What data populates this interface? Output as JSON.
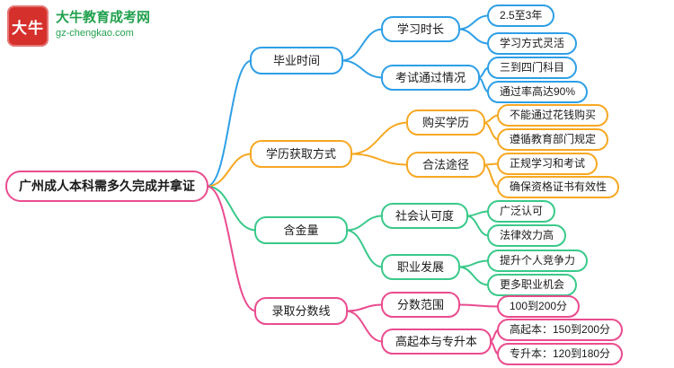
{
  "logo": {
    "badge_text": "大牛",
    "site_name": "大牛教育成考网",
    "site_url": "gz-chengkao.com"
  },
  "colors": {
    "blue": "#2E9FE6",
    "orange": "#F7A823",
    "green": "#3AC98A",
    "pink": "#EA4C8F",
    "logo_red": "#D6302C",
    "logo_green": "#22A14E"
  },
  "mindmap": {
    "root": {
      "label": "广州成人本科需多久完成并拿证"
    },
    "branches": [
      {
        "label": "毕业时间",
        "color": "blue",
        "children": [
          {
            "label": "学习时长",
            "children": [
              {
                "label": "2.5至3年"
              },
              {
                "label": "学习方式灵活"
              }
            ]
          },
          {
            "label": "考试通过情况",
            "children": [
              {
                "label": "三到四门科目"
              },
              {
                "label": "通过率高达90%"
              }
            ]
          }
        ]
      },
      {
        "label": "学历获取方式",
        "color": "orange",
        "children": [
          {
            "label": "购买学历",
            "children": [
              {
                "label": "不能通过花钱购买"
              },
              {
                "label": "遵循教育部门规定"
              }
            ]
          },
          {
            "label": "合法途径",
            "children": [
              {
                "label": "正规学习和考试"
              },
              {
                "label": "确保资格证书有效性"
              }
            ]
          }
        ]
      },
      {
        "label": "含金量",
        "color": "green",
        "children": [
          {
            "label": "社会认可度",
            "children": [
              {
                "label": "广泛认可"
              },
              {
                "label": "法律效力高"
              }
            ]
          },
          {
            "label": "职业发展",
            "children": [
              {
                "label": "提升个人竞争力"
              },
              {
                "label": "更多职业机会"
              }
            ]
          }
        ]
      },
      {
        "label": "录取分数线",
        "color": "pink",
        "children": [
          {
            "label": "分数范围",
            "children": [
              {
                "label": "100到200分"
              }
            ]
          },
          {
            "label": "高起本与专升本",
            "children": [
              {
                "label": "高起本：150到200分"
              },
              {
                "label": "专升本：120到180分"
              }
            ]
          }
        ]
      }
    ]
  }
}
